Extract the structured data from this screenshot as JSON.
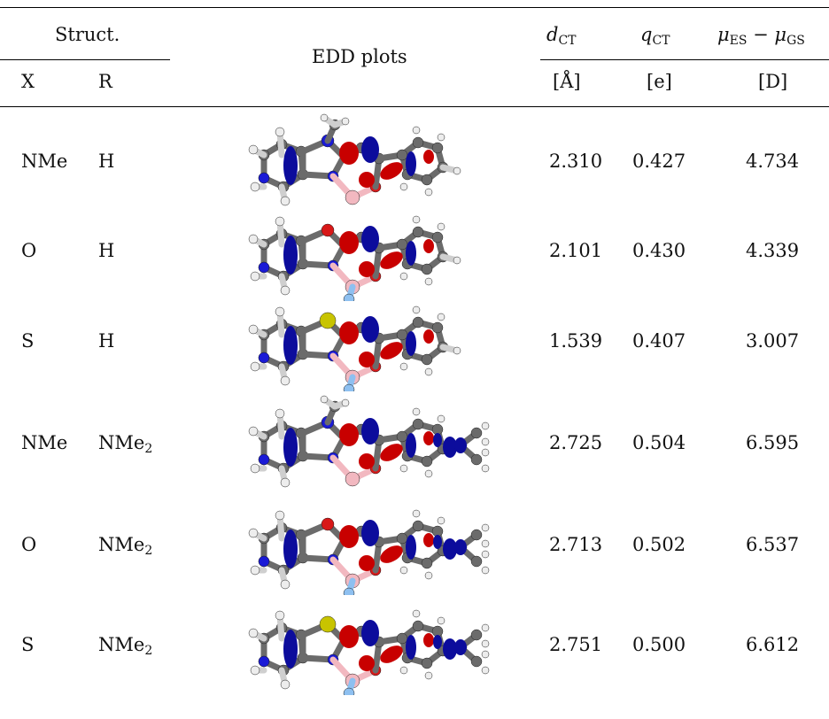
{
  "header": {
    "struct": "Struct.",
    "x": "X",
    "r": "R",
    "edd": "EDD plots",
    "dct_main": "d",
    "dct_sub": "CT",
    "dct_unit": "[Å]",
    "qct_main": "q",
    "qct_sub": "CT",
    "qct_unit": "[e]",
    "mu_main": "μ",
    "mu_sub1": "ES",
    "mu_minus": " − μ",
    "mu_sub2": "GS",
    "mu_unit": "[D]"
  },
  "rows": [
    {
      "x": "NMe",
      "r_main": "H",
      "r_sub": "",
      "dct": "2.310",
      "qct": "0.427",
      "mu": "4.734",
      "substituent": "NMe",
      "terminal": "H"
    },
    {
      "x": "O",
      "r_main": "H",
      "r_sub": "",
      "dct": "2.101",
      "qct": "0.430",
      "mu": "4.339",
      "substituent": "O",
      "terminal": "H"
    },
    {
      "x": "S",
      "r_main": "H",
      "r_sub": "",
      "dct": "1.539",
      "qct": "0.407",
      "mu": "3.007",
      "substituent": "S",
      "terminal": "H"
    },
    {
      "x": "NMe",
      "r_main": "NMe",
      "r_sub": "2",
      "dct": "2.725",
      "qct": "0.504",
      "mu": "6.595",
      "substituent": "NMe",
      "terminal": "NMe2"
    },
    {
      "x": "O",
      "r_main": "NMe",
      "r_sub": "2",
      "dct": "2.713",
      "qct": "0.502",
      "mu": "6.537",
      "substituent": "O",
      "terminal": "NMe2"
    },
    {
      "x": "S",
      "r_main": "NMe",
      "r_sub": "2",
      "dct": "2.751",
      "qct": "0.500",
      "mu": "6.612",
      "substituent": "S",
      "terminal": "NMe2"
    }
  ],
  "colors": {
    "carbon": "#6b6b6b",
    "hydrogen": "#ededed",
    "nitrogen": "#1a1ad6",
    "oxygen": "#d81818",
    "sulfur": "#c8c400",
    "boron": "#f2b8c0",
    "fluorine": "#8ec0f0",
    "lobe_red": "#c80000",
    "lobe_blue": "#0c0c9c"
  }
}
